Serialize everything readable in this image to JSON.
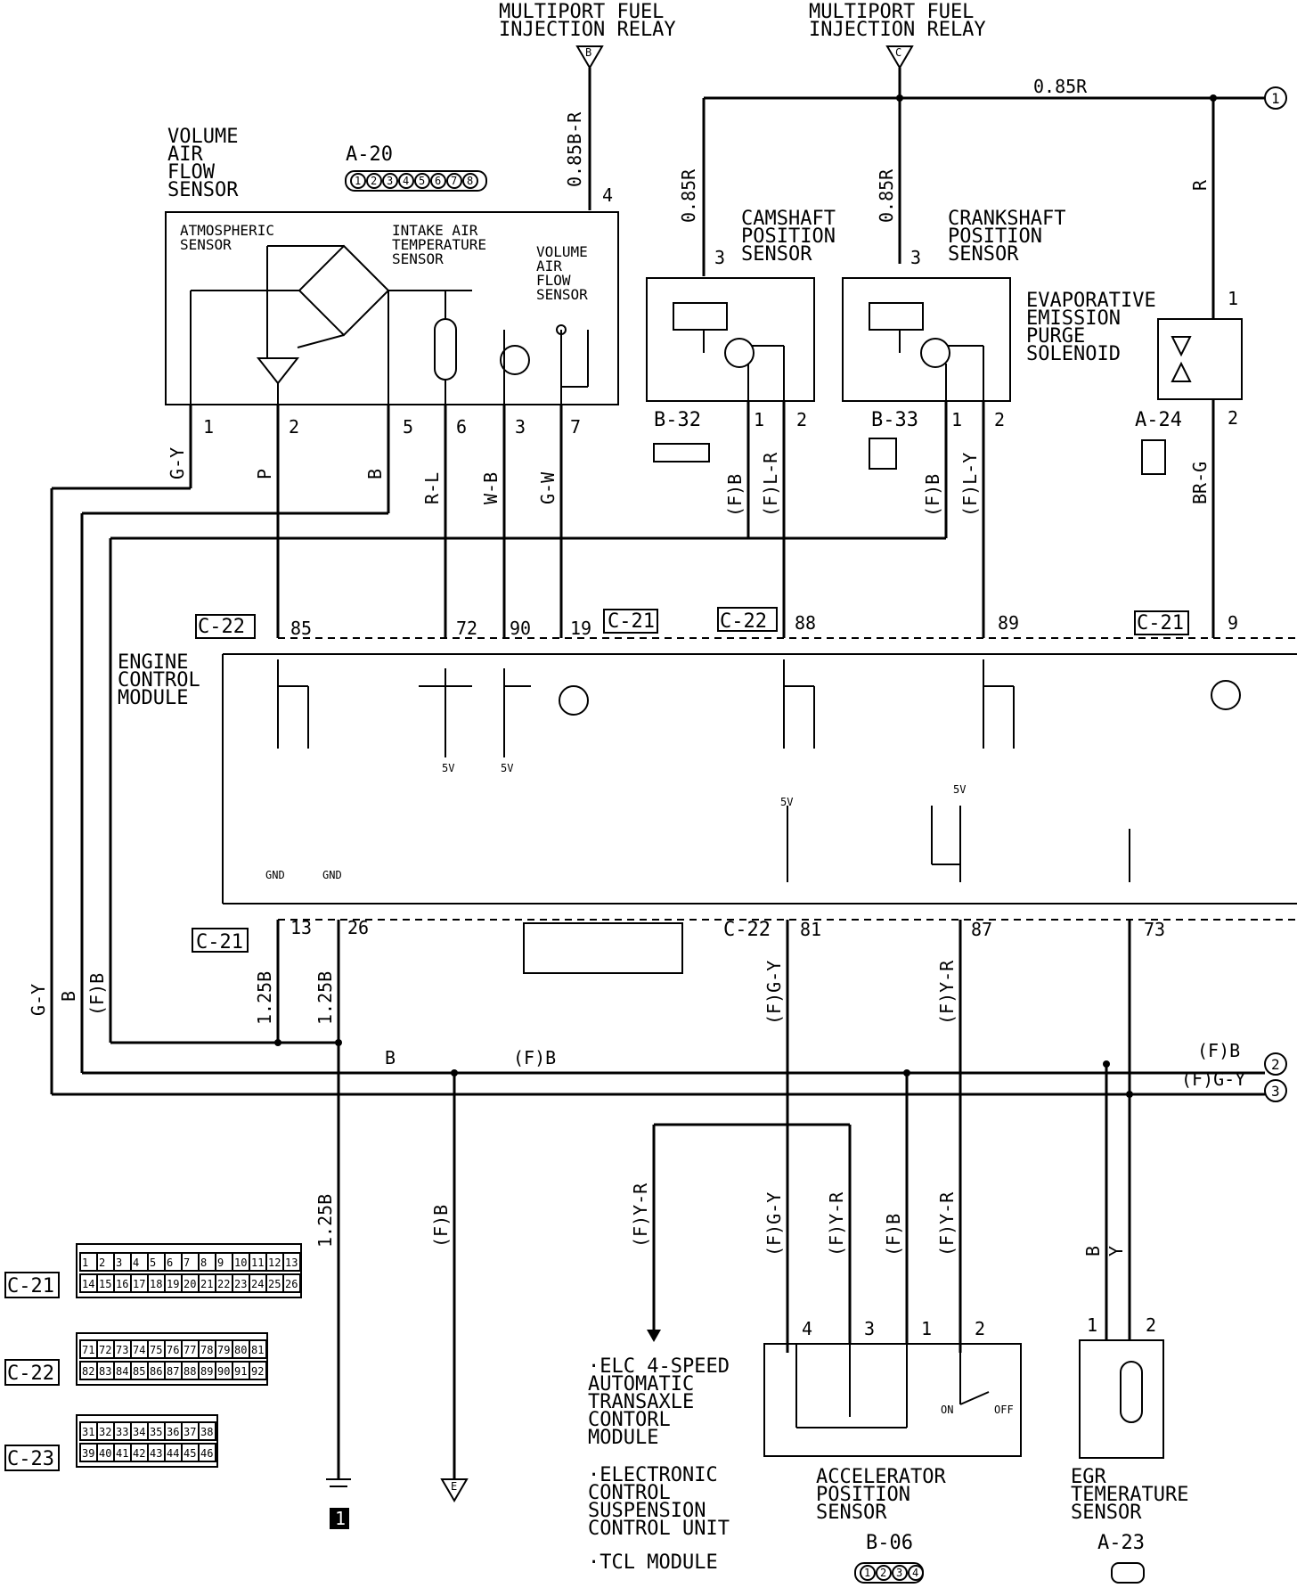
{
  "labels": {
    "relay_b_title": "MULTIPORT FUEL INJECTION RELAY",
    "relay_c_title": "MULTIPORT FUEL INJECTION RELAY",
    "relay_b_letter": "B",
    "relay_c_letter": "C",
    "wire_085BR": "0.85B-R",
    "wire_085R_top": "0.85R",
    "wire_085R_cam": "0.85R",
    "wire_085R_crank": "0.85R",
    "wire_R": "R",
    "vaf_title": "VOLUME AIR FLOW SENSOR",
    "conn_a20": "A-20",
    "atm_sensor": "ATMOSPHERIC SENSOR",
    "iat_sensor": "INTAKE AIR TEMPERATURE SENSOR",
    "vaf_inner": "VOLUME AIR FLOW SENSOR",
    "cam_sensor": "CAMSHAFT POSITION SENSOR",
    "crank_sensor": "CRANKSHAFT POSITION SENSOR",
    "evap": "EVAPORATIVE EMISSION PURGE SOLENOID",
    "conn_b32": "B-32",
    "conn_b33": "B-33",
    "conn_a24": "A-24",
    "ecm": "ENGINE CONTROL MODULE",
    "c22": "C-22",
    "c21": "C-21",
    "gnd": "GND",
    "v5": "5V",
    "acc_sensor": "ACCELERATOR POSITION SENSOR",
    "conn_b06": "B-06",
    "egr_sensor": "EGR TEMERATURE SENSOR",
    "conn_a23": "A-23",
    "elc": "·ELC 4-SPEED AUTOMATIC TRANSAXLE CONTORL MODULE",
    "ecs": "·ELECTRONIC CONTROL SUSPENSION CONTROL UNIT",
    "tcl": "·TCL MODULE",
    "on": "ON",
    "off": "OFF",
    "ground_num": "1",
    "e_term": "E"
  },
  "pins": {
    "p4": "4",
    "p1": "1",
    "p2": "2",
    "p5": "5",
    "p6": "6",
    "p3": "3",
    "p7": "7",
    "cam3": "3",
    "cam1": "1",
    "cam2": "2",
    "crank3": "3",
    "crank1": "1",
    "crank2": "2",
    "ev1": "1",
    "ev2": "2",
    "e85": "85",
    "e72": "72",
    "e90": "90",
    "e19": "19",
    "e88": "88",
    "e89": "89",
    "e9": "9",
    "e13": "13",
    "e26": "26",
    "e81": "81",
    "e87": "87",
    "e73": "73",
    "acc4": "4",
    "acc3": "3",
    "acc1": "1",
    "acc2": "2",
    "egr1": "1",
    "egr2": "2",
    "off1": "1",
    "off2": "2",
    "off3": "3"
  },
  "wires": {
    "GY": "G-Y",
    "P": "P",
    "B": "B",
    "RL": "R-L",
    "WB": "W-B",
    "GW": "G-W",
    "FB1": "(F)B",
    "FLR": "(F)L-R",
    "FB2": "(F)B",
    "FLY": "(F)L-Y",
    "BRG": "BR-G",
    "GY_left": "G-Y",
    "B_left": "B",
    "FB_left": "(F)B",
    "w125_1": "1.25B",
    "w125_2": "1.25B",
    "w125_3": "1.25B",
    "FGY_81": "(F)G-Y",
    "FYR_87": "(F)Y-R",
    "bus_B": "B",
    "bus_FB": "(F)B",
    "FB_right": "(F)B",
    "FGY_right": "(F)G-Y",
    "FB_down": "(F)B",
    "FYR_down": "(F)Y-R",
    "acc_FGY": "(F)G-Y",
    "acc_FYR1": "(F)Y-R",
    "acc_FB": "(F)B",
    "acc_FYR2": "(F)Y-R",
    "egr_B": "B",
    "egr_Y": "Y"
  },
  "connectors": {
    "a20_pins": [
      "1",
      "2",
      "3",
      "4",
      "5",
      "6",
      "7",
      "8"
    ],
    "b32_pins": [
      "1",
      "2",
      "3"
    ],
    "b33_pins": [
      "1",
      "2",
      "3"
    ],
    "a24_pins": [
      "1",
      "2"
    ],
    "b06_pins": [
      "1",
      "2",
      "3",
      "4"
    ],
    "a23_pins": [
      "1",
      "2"
    ],
    "c21_row1": [
      "1",
      "2",
      "3",
      "4",
      "5",
      "6",
      "7",
      "8",
      "9",
      "10",
      "11",
      "12",
      "13"
    ],
    "c21_row2": [
      "14",
      "15",
      "16",
      "17",
      "18",
      "19",
      "20",
      "21",
      "22",
      "23",
      "24",
      "25",
      "26"
    ],
    "c22_row1": [
      "71",
      "72",
      "73",
      "74",
      "75",
      "76",
      "77",
      "78",
      "79",
      "80",
      "81"
    ],
    "c22_row2": [
      "82",
      "83",
      "84",
      "85",
      "86",
      "87",
      "88",
      "89",
      "90",
      "91",
      "92"
    ],
    "c23_row1": [
      "31",
      "32",
      "33",
      "34",
      "35",
      "36",
      "37",
      "38"
    ],
    "c23_row2": [
      "39",
      "40",
      "41",
      "42",
      "43",
      "44",
      "45",
      "46"
    ]
  }
}
